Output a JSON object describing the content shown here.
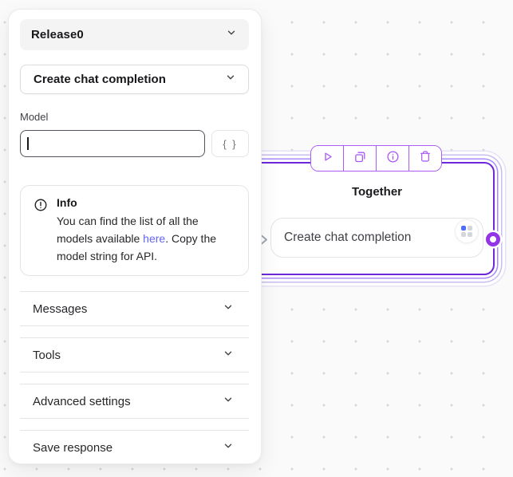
{
  "colors": {
    "accent_purple": "#a855f7",
    "node_border_purple": "#6d28d9",
    "handle_purple": "#9333ea",
    "link_blue": "#6366f1",
    "canvas_dot_gray": "#d4d4d4",
    "dots_button_blue": "#4f6ef7"
  },
  "panel": {
    "release_selector": {
      "label": "Release0"
    },
    "action_selector": {
      "label": "Create chat completion"
    },
    "model_field": {
      "label": "Model",
      "value": ""
    },
    "variables_button": {
      "label": "{ }"
    },
    "info_box": {
      "title": "Info",
      "text_before_link": "You can find the list of all the models available ",
      "link_text": "here",
      "text_after_link": ". Copy the model string for API."
    },
    "sections": [
      {
        "label": "Messages"
      },
      {
        "label": "Tools"
      },
      {
        "label": "Advanced settings"
      },
      {
        "label": "Save response"
      }
    ]
  },
  "node": {
    "title": "Together",
    "field_label": "Create chat completion",
    "toolbar": {
      "run": "play-icon",
      "duplicate": "copy-icon",
      "info": "info-icon",
      "delete": "trash-icon"
    }
  }
}
